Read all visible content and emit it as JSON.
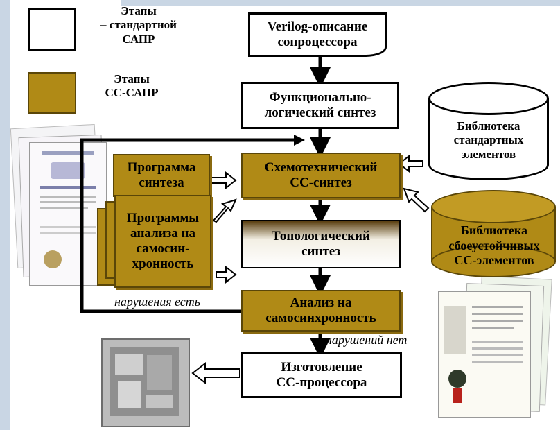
{
  "legend": {
    "standard": "Этапы\n– стандартной\nСАПР",
    "cc": "Этапы\nСС-САПР"
  },
  "nodes": {
    "verilog": "Verilog-описание\nсопроцессора",
    "func": "Функционально-\nлогический синтез",
    "scheme": "Схемотехнический\nСС-синтез",
    "topo": "Топологический\nсинтез",
    "analysis": "Анализ на\nсамосинхронность",
    "manufacture": "Изготовление\nСС-процессора",
    "synth_prog": "Программа\nсинтеза",
    "analysis_prog": "Программы\nанализа на\nсамосин-\nхронность",
    "lib_std": "Библиотека\nстандартных\nэлементов",
    "lib_cc": "Библиотека\nсбоеустойчивых\nСС-элементов"
  },
  "annotations": {
    "violations_yes": "нарушения есть",
    "violations_no": "нарушений нет"
  },
  "colors": {
    "gold": "#b08a16",
    "blue_panel": "#c9d6e4"
  }
}
